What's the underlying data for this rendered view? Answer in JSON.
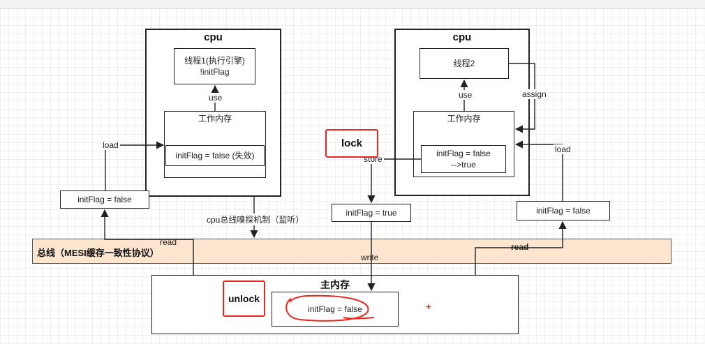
{
  "cpu_left": {
    "title": "cpu",
    "thread_line1": "线程1(执行引擎)",
    "thread_line2": "!initFlag",
    "use_label": "use",
    "work_memory_title": "工作内存",
    "flag_value": "initFlag = false (失效)"
  },
  "cpu_right": {
    "title": "cpu",
    "thread_label": "线程2",
    "use_label": "use",
    "assign_label": "assign",
    "work_memory_title": "工作内存",
    "flag_line1": "initFlag = false",
    "flag_line2": "-->true"
  },
  "left_copy": {
    "value": "initFlag = false",
    "load_label": "load",
    "read_label": "read"
  },
  "middle_copy": {
    "value": "initFlag = true",
    "store_label": "store",
    "write_label": "write"
  },
  "right_copy": {
    "value": "initFlag = false",
    "load_label": "load",
    "read_label": "read"
  },
  "lock_label": "lock",
  "unlock_label": "unlock",
  "sniff_label": "cpu总线嗅探机制（监听）",
  "bus_label": "总线（MESI缓存一致性协议）",
  "main_memory": {
    "title": "主内存",
    "value": "initFlag = false"
  },
  "plus_mark": "+",
  "colors": {
    "bus_fill": "#fde5cf",
    "highlight_red": "#e8271f",
    "line": "#222222"
  }
}
